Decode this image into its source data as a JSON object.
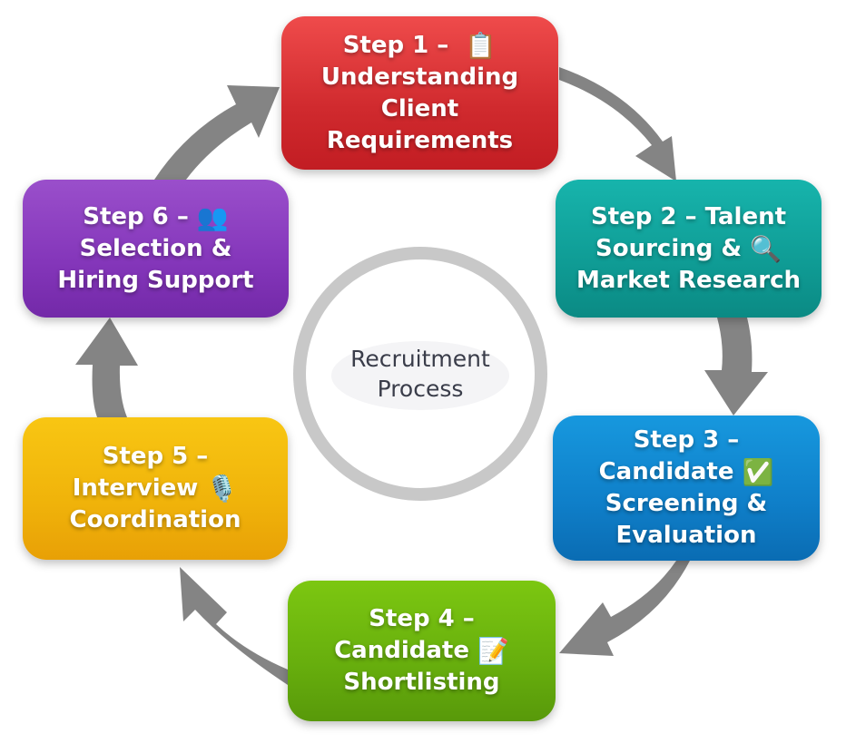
{
  "title": "Recruitment Process",
  "center": {
    "line1": "Recruitment",
    "line2": "Process"
  },
  "arrow_color": "#848484",
  "steps": [
    {
      "label": "Step 1 – Understanding Client Requirements",
      "lines": [
        "Step 1 –",
        "Understanding",
        "Client",
        "Requirements"
      ],
      "icon": "clipboard-icon",
      "emoji": "📋",
      "color": "#d62f33"
    },
    {
      "label": "Step 2 – Talent Sourcing & Market Research",
      "lines": [
        "Step 2 – Talent",
        "Sourcing &",
        "Market Research"
      ],
      "icon": "magnifier-icon",
      "emoji": "🔍",
      "color": "#12a39c"
    },
    {
      "label": "Step 3 – Candidate Screening & Evaluation",
      "lines": [
        "Step 3 –",
        "Candidate",
        "Screening &",
        "Evaluation"
      ],
      "icon": "check-mark-icon",
      "emoji": "✅",
      "color": "#1188d2"
    },
    {
      "label": "Step 4 – Candidate Shortlisting",
      "lines": [
        "Step 4 –",
        "Candidate",
        "Shortlisting"
      ],
      "icon": "memo-pencil-icon",
      "emoji": "📝",
      "color": "#6cb40e"
    },
    {
      "label": "Step 5 – Interview Coordination",
      "lines": [
        "Step 5 –",
        "Interview",
        "Coordination"
      ],
      "icon": "microphone-icon",
      "emoji": "🎙️",
      "color": "#f2b80c"
    },
    {
      "label": "Step 6 – Selection & Hiring Support",
      "lines": [
        "Step 6 –",
        "Selection &",
        "Hiring Support"
      ],
      "icon": "people-icon",
      "emoji": "👥",
      "color": "#8a3cbe"
    }
  ]
}
